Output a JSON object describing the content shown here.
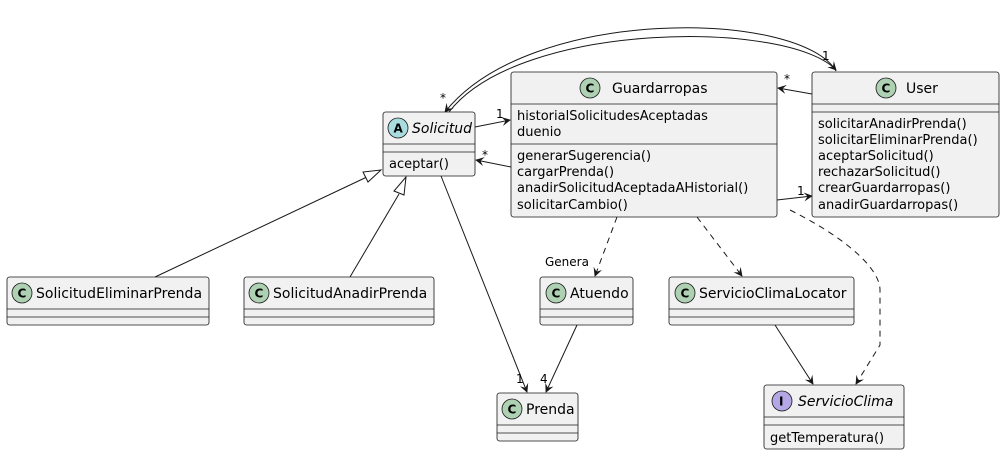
{
  "colors": {
    "class_circle": "#add1b2",
    "abstract_circle": "#a9dcdf",
    "interface_circle": "#b4a7e5",
    "box_fill": "#f1f1f1",
    "line": "#181818"
  },
  "classes": {
    "solicitud": {
      "letter": "A",
      "name": "Solicitud",
      "attributes": [],
      "methods": [
        "aceptar()"
      ]
    },
    "guardarropas": {
      "letter": "C",
      "name": "Guardarropas",
      "attributes": [
        "historialSolicitudesAceptadas",
        "duenio"
      ],
      "methods": [
        "generarSugerencia()",
        "cargarPrenda()",
        "anadirSolicitudAceptadaAHistorial()",
        "solicitarCambio()"
      ]
    },
    "user": {
      "letter": "C",
      "name": "User",
      "attributes": [],
      "methods": [
        "solicitarAnadirPrenda()",
        "solicitarEliminarPrenda()",
        "aceptarSolicitud()",
        "rechazarSolicitud()",
        "crearGuardarropas()",
        "anadirGuardarropas()"
      ]
    },
    "solicitud_eliminar": {
      "letter": "C",
      "name": "SolicitudEliminarPrenda",
      "attributes": [],
      "methods": []
    },
    "solicitud_anadir": {
      "letter": "C",
      "name": "SolicitudAnadirPrenda",
      "attributes": [],
      "methods": []
    },
    "atuendo": {
      "letter": "C",
      "name": "Atuendo",
      "attributes": [],
      "methods": []
    },
    "servicio_locator": {
      "letter": "C",
      "name": "ServicioClimaLocator",
      "attributes": [],
      "methods": []
    },
    "prenda": {
      "letter": "C",
      "name": "Prenda",
      "attributes": [],
      "methods": []
    },
    "servicio_clima": {
      "letter": "I",
      "name": "ServicioClima",
      "attributes": [],
      "methods": [
        "getTemperatura()"
      ]
    }
  },
  "relations": {
    "user_solicitud_a": {
      "from": "User",
      "to": "Solicitud",
      "kind": "association"
    },
    "solicitud_user": {
      "from": "Solicitud",
      "to": "User",
      "kind": "association",
      "target_mult": "1"
    },
    "user_solicitud_mult": "*",
    "solicitud_guardarropas": {
      "from": "Solicitud",
      "to": "Guardarropas",
      "kind": "association",
      "target_mult": "1"
    },
    "guardarropas_solicitud": {
      "from": "Guardarropas",
      "to": "Solicitud",
      "kind": "association",
      "target_mult": "*"
    },
    "user_guardarropas": {
      "from": "User",
      "to": "Guardarropas",
      "kind": "association",
      "target_mult": "*"
    },
    "guardarropas_user": {
      "from": "Guardarropas",
      "to": "User",
      "kind": "association",
      "target_mult": "1"
    },
    "eliminar_inherits": {
      "from": "SolicitudEliminarPrenda",
      "to": "Solicitud",
      "kind": "generalization"
    },
    "anadir_inherits": {
      "from": "SolicitudAnadirPrenda",
      "to": "Solicitud",
      "kind": "generalization"
    },
    "solicitud_prenda": {
      "from": "Solicitud",
      "to": "Prenda",
      "kind": "association",
      "target_mult": "1"
    },
    "guardarropas_atuendo": {
      "from": "Guardarropas",
      "to": "Atuendo",
      "kind": "dependency",
      "label": "Genera"
    },
    "guardarropas_locator": {
      "from": "Guardarropas",
      "to": "ServicioClimaLocator",
      "kind": "dependency"
    },
    "guardarropas_clima": {
      "from": "Guardarropas",
      "to": "ServicioClima",
      "kind": "dependency"
    },
    "atuendo_prenda": {
      "from": "Atuendo",
      "to": "Prenda",
      "kind": "association",
      "target_mult": "4"
    },
    "locator_clima": {
      "from": "ServicioClimaLocator",
      "to": "ServicioClima",
      "kind": "association"
    }
  }
}
